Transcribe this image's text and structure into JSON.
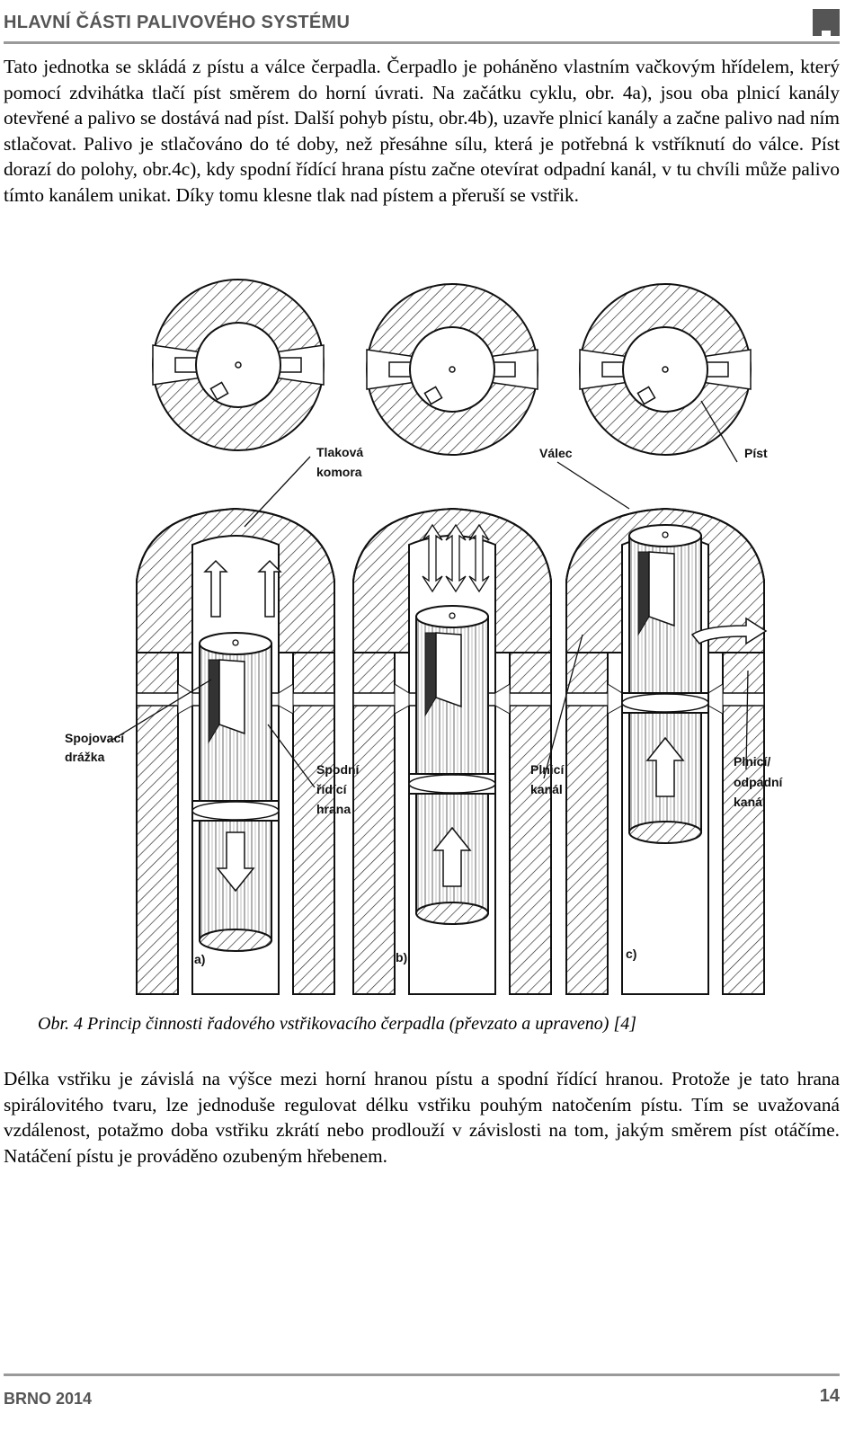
{
  "header": {
    "title": "HLAVNÍ ČÁSTI PALIVOVÉHO SYSTÉMU"
  },
  "paragraphs": [
    "Tato jednotka se skládá z pístu a válce čerpadla. Čerpadlo je poháněno vlastním vačkovým hřídelem, který pomocí zdvihátka tlačí píst směrem do horní úvrati. Na začátku cyklu, obr. 4a), jsou oba plnicí kanály otevřené a palivo se dostává nad píst. Další pohyb pístu, obr.4b), uzavře plnicí kanály a začne palivo nad ním stlačovat. Palivo je stlačováno do té doby, než přesáhne sílu, která je potřebná k vstříknutí do válce. Píst dorazí do polohy, obr.4c), kdy spodní řídící hrana pístu začne otevírat odpadní kanál, v tu chvíli může palivo tímto kanálem unikat. Díky tomu klesne tlak nad pístem a přeruší se vstřik.",
    "Délka vstřiku je závislá na výšce mezi horní hranou pístu a spodní řídící hranou. Protože je tato hrana spirálovitého tvaru, lze jednoduše regulovat délku vstřiku pouhým natočením pístu. Tím se uvažovaná vzdálenost, potažmo doba vstřiku zkrátí nebo prodlouží v závislosti na tom, jakým směrem píst otáčíme. Natáčení pístu je prováděno ozubeným hřebenem."
  ],
  "figure": {
    "labels": {
      "tlakova1": "Tlaková",
      "tlakova2": "komora",
      "valec": "Válec",
      "pist": "Píst",
      "spoj1": "Spojovací",
      "spoj2": "drážka",
      "spod1": "Spodní",
      "spod2": "řídící",
      "spod3": "hrana",
      "plnici1": "Plnicí",
      "plnici2": "kanál",
      "odp1": "Plnicí/",
      "odp2": "odpadní",
      "odp3": "kanál",
      "a": "a)",
      "b": "b)",
      "c": "c)"
    }
  },
  "caption": "Obr. 4 Princip činnosti řadového vstřikovacího čerpadla (převzato a upraveno) [4]",
  "footer": {
    "left": "BRNO 2014",
    "page": "14"
  }
}
